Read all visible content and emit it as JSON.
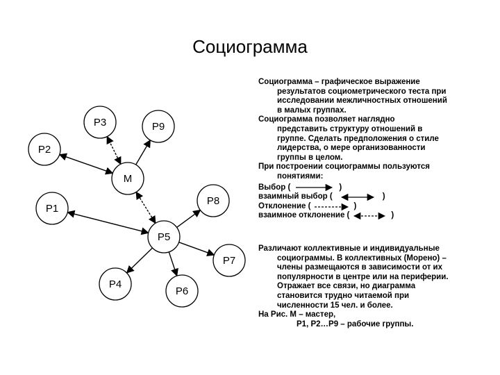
{
  "title": "Социограмма",
  "nodes": [
    {
      "id": "p3",
      "label": "Р3"
    },
    {
      "id": "p9",
      "label": "Р9"
    },
    {
      "id": "p2",
      "label": "Р2"
    },
    {
      "id": "m",
      "label": "М"
    },
    {
      "id": "p8",
      "label": "Р8"
    },
    {
      "id": "p1",
      "label": "Р1"
    },
    {
      "id": "p5",
      "label": "Р5"
    },
    {
      "id": "p7",
      "label": "Р7"
    },
    {
      "id": "p4",
      "label": "Р4"
    },
    {
      "id": "p6",
      "label": "Р6"
    }
  ],
  "edges": [
    {
      "from": "m",
      "to": "p9",
      "style": "choice"
    },
    {
      "from": "m",
      "to": "p2",
      "style": "mutual-choice"
    },
    {
      "from": "m",
      "to": "p3",
      "style": "mutual-rejection"
    },
    {
      "from": "m",
      "to": "p5",
      "style": "mutual-rejection"
    },
    {
      "from": "p1",
      "to": "p5",
      "style": "mutual-choice"
    },
    {
      "from": "p5",
      "to": "p8",
      "style": "choice"
    },
    {
      "from": "p5",
      "to": "p7",
      "style": "choice"
    },
    {
      "from": "p5",
      "to": "p4",
      "style": "choice"
    },
    {
      "from": "p5",
      "to": "p6",
      "style": "choice"
    }
  ],
  "text1": {
    "line1": "Социограмма – графическое выражение",
    "line2": "результатов социометрического теста при",
    "line3": "исследовании межличностных отношений",
    "line4": "в малых группах.",
    "line5": "Социограмма позволяет наглядно",
    "line6": "представить структуру отношений в",
    "line7": "группе. Сделать предположения о стиле",
    "line8": "лидерства, о мере организованности",
    "line9": "группы в целом.",
    "line10": "При построении социограммы пользуются",
    "line11": "понятиями:"
  },
  "legend": {
    "choice": "Выбор (",
    "mutual_choice": "взаимный выбор (",
    "rejection": "Отклонение (",
    "mutual_rejection": "взаимное отклонение (",
    "close": ")"
  },
  "text2": {
    "line1": "Различают коллективные и индивидуальные",
    "line2": "социограммы. В коллективных (Морено) –",
    "line3": "члены размещаются в зависимости от их",
    "line4": "популярности в центре или на периферии.",
    "line5": "Отражает все связи, но диаграмма",
    "line6": "становится трудно читаемой при",
    "line7": "численности 15 чел. и более.",
    "line8": "На Рис.  М – мастер,",
    "line9": "Р1, Р2…Р9 – рабочие группы."
  }
}
